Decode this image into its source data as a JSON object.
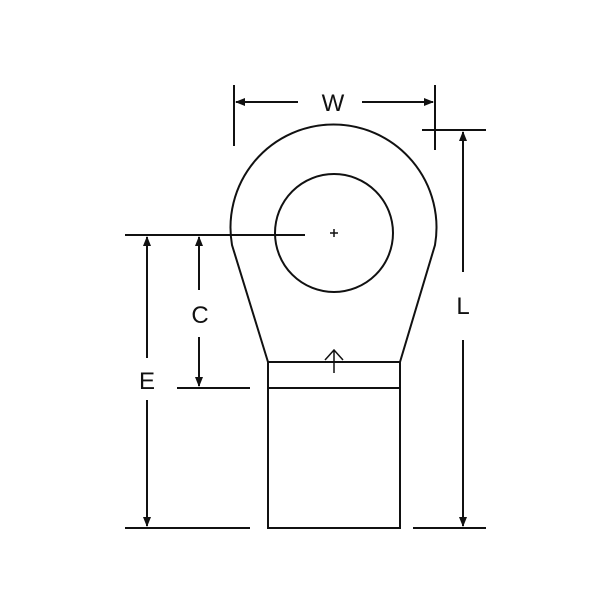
{
  "diagram": {
    "labels": {
      "width": "W",
      "length": "L",
      "center": "C",
      "edge": "E"
    },
    "colors": {
      "stroke": "#111111",
      "background": "#ffffff"
    }
  }
}
